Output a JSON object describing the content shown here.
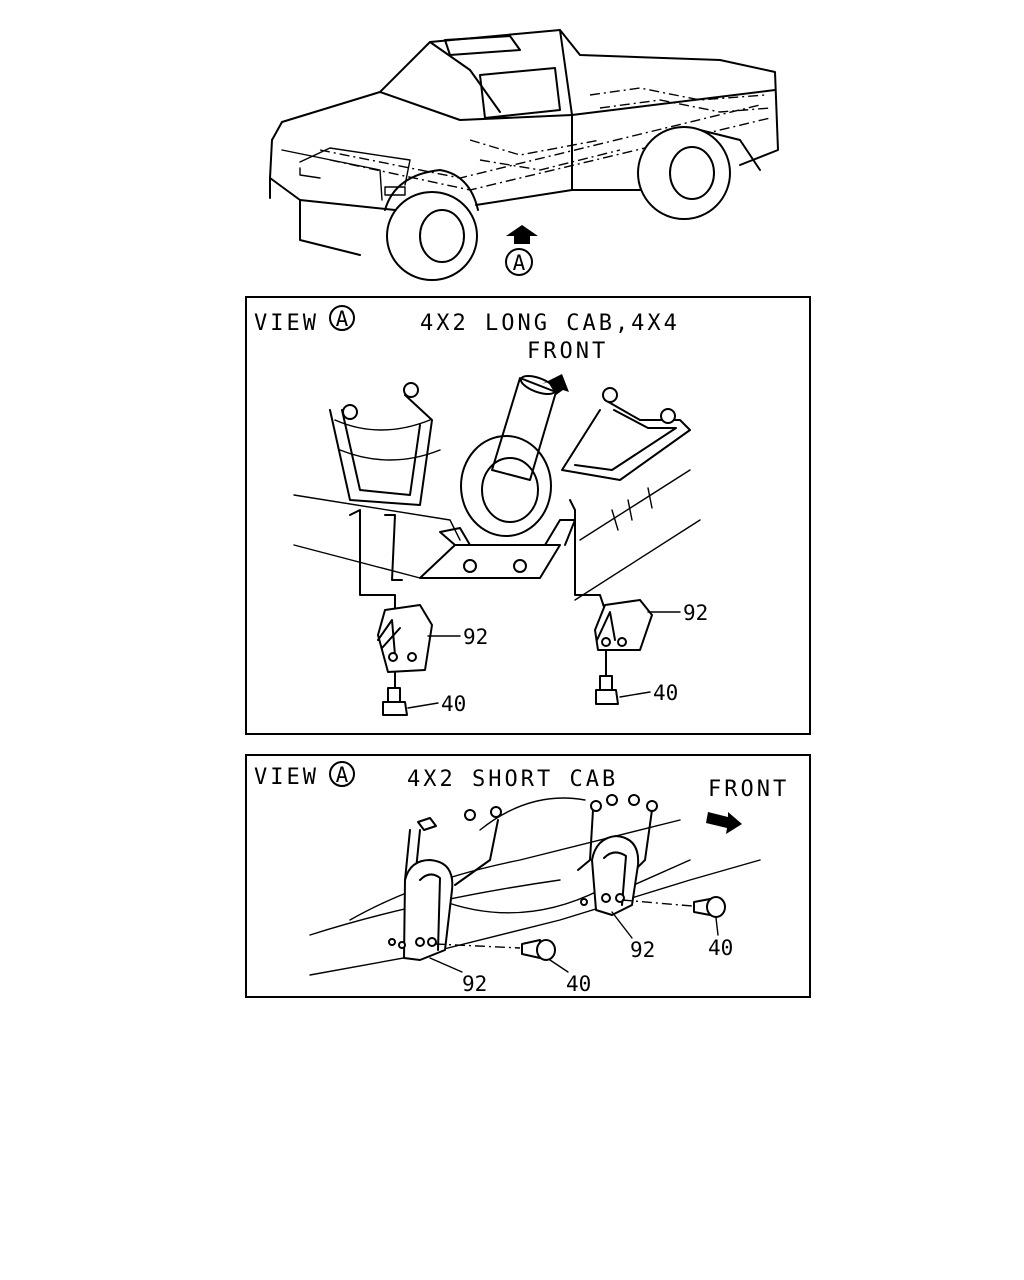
{
  "truck": {
    "view_marker": "A"
  },
  "view_long": {
    "view_word": "VIEW",
    "view_marker": "A",
    "title": "4X2 LONG CAB,4X4",
    "front_label": "FRONT",
    "callouts": {
      "left_bracket": "92",
      "right_bracket": "92",
      "left_bolt": "40",
      "right_bolt": "40"
    }
  },
  "view_short": {
    "view_word": "VIEW",
    "view_marker": "A",
    "title": "4X2 SHORT CAB",
    "front_label": "FRONT",
    "callouts": {
      "left_bracket": "92",
      "right_bracket": "92",
      "left_bolt": "40",
      "right_bolt": "40"
    }
  }
}
